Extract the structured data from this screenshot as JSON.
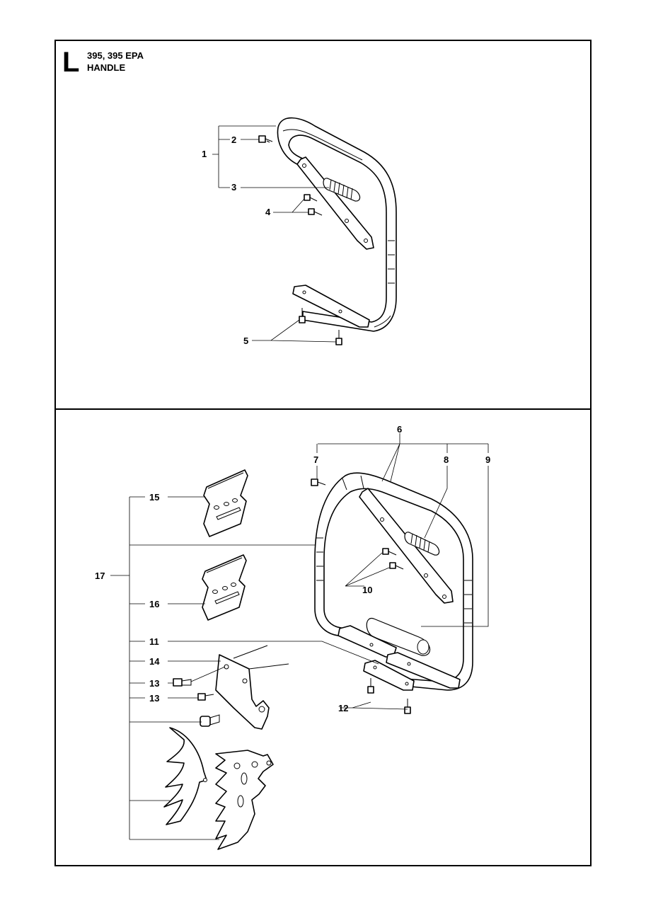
{
  "header": {
    "section_letter": "L",
    "model": "395, 395 EPA",
    "title": "HANDLE"
  },
  "callouts": {
    "c1": "1",
    "c2": "2",
    "c3": "3",
    "c4": "4",
    "c5": "5",
    "c6": "6",
    "c7": "7",
    "c8": "8",
    "c9": "9",
    "c10": "10",
    "c11": "11",
    "c12": "12",
    "c13a": "13",
    "c13b": "13",
    "c14": "14",
    "c15": "15",
    "c16": "16",
    "c17": "17"
  }
}
